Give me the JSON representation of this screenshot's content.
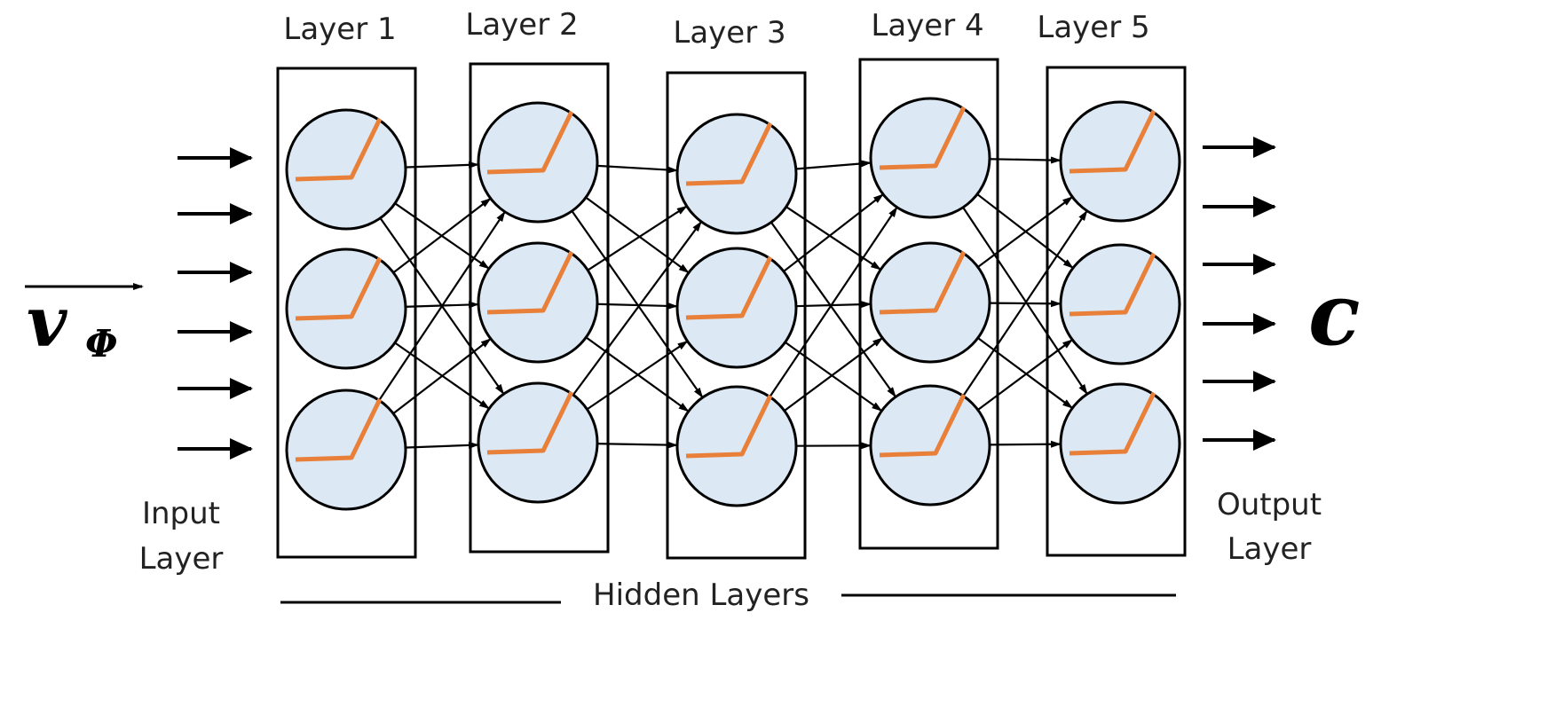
{
  "input_symbol": {
    "main": "v",
    "subscript": "Φ"
  },
  "output_symbol": "c",
  "input_label": {
    "line1": "Input",
    "line2": "Layer"
  },
  "output_label": {
    "line1": "Output",
    "line2": "Layer"
  },
  "hidden_label": "Hidden Layers",
  "layers": [
    {
      "label": "Layer 1",
      "neurons": 3
    },
    {
      "label": "Layer 2",
      "neurons": 3
    },
    {
      "label": "Layer 3",
      "neurons": 3
    },
    {
      "label": "Layer 4",
      "neurons": 3
    },
    {
      "label": "Layer 5",
      "neurons": 3
    }
  ],
  "input_arrows": 6,
  "output_arrows": 6,
  "activation_icon": "relu-activation-icon",
  "colors": {
    "neuron_fill": "#dce8f4",
    "activation": "#e8803a",
    "stroke": "#000000"
  }
}
